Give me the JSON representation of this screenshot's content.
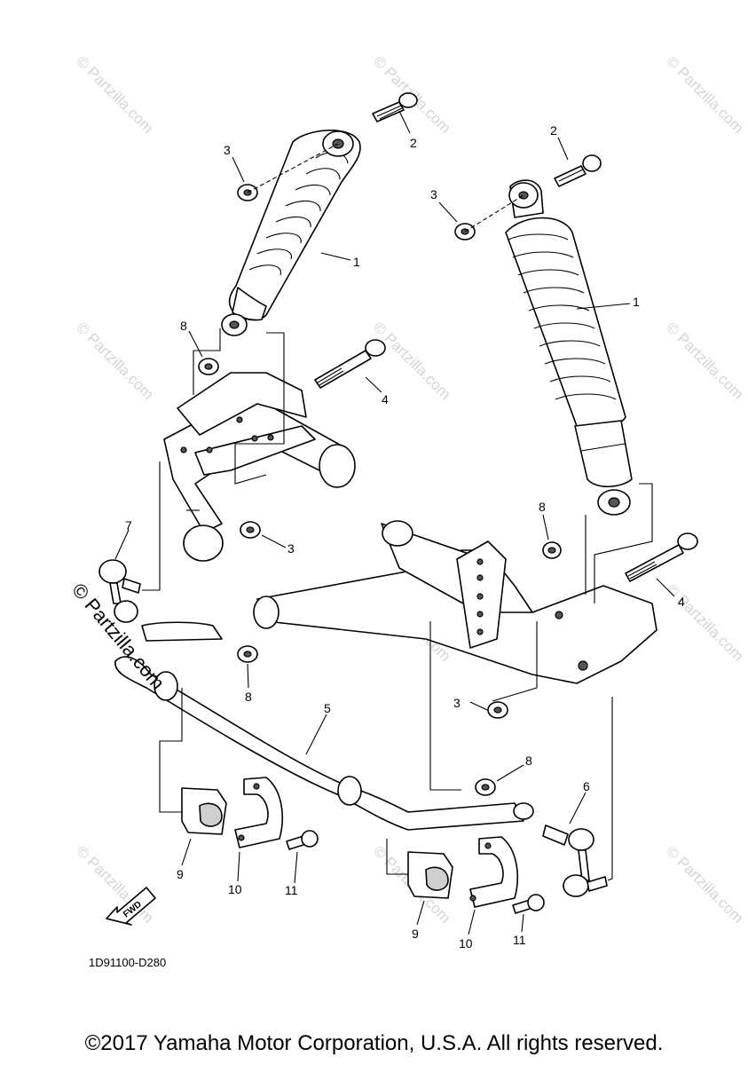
{
  "diagram": {
    "code": "1D91100-D280",
    "fwd_label": "FWD",
    "copyright": "©2017 Yamaha Motor Corporation, U.S.A. All rights reserved.",
    "watermark": "© Partzilla.com",
    "watermark_large": "© Partzilla.com",
    "callouts": {
      "shock_left": "1",
      "shock_right": "1",
      "bolt_left": "2",
      "bolt_right": "2",
      "nut_top_left": "3",
      "nut_top_right": "3",
      "nut_mid": "3",
      "nut_low": "3",
      "bolt_long_left": "4",
      "bolt_long_right": "4",
      "stabilizer": "5",
      "link_right": "6",
      "link_left": "7",
      "nut8_a": "8",
      "nut8_b": "8",
      "nut8_c": "8",
      "nut8_d": "8",
      "bushing_left": "9",
      "bushing_right": "9",
      "bracket_left": "10",
      "bracket_right": "10",
      "bolt11_left": "11",
      "bolt11_right": "11"
    }
  }
}
